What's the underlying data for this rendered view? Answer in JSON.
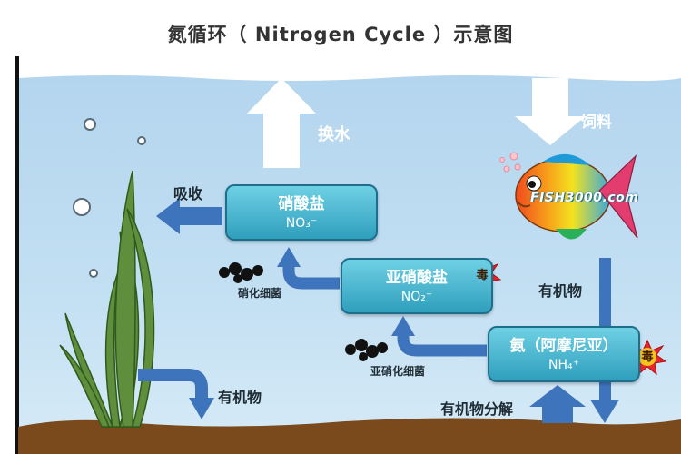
{
  "title": "氮循环（ Nitrogen Cycle ）示意图",
  "labels": {
    "water_change": "换水",
    "feed": "饲料",
    "absorb": "吸收",
    "organic_right": "有机物",
    "organic_left": "有机物",
    "decomposition": "有机物分解",
    "nitrifying_bacteria": "硝化细菌",
    "nitrosifying_bacteria": "亚硝化细菌"
  },
  "boxes": {
    "nitrate": {
      "name": "硝酸盐",
      "formula": "NO₃⁻"
    },
    "nitrite": {
      "name": "亚硝酸盐",
      "formula": "NO₂⁻"
    },
    "ammonia": {
      "name": "氨（阿摩尼亚）",
      "formula": "NH₄⁺"
    }
  },
  "poison_badge": "毒",
  "watermark": "FISH3000.com",
  "colors": {
    "water": "#b9d9ef",
    "box": "#3aa9c7",
    "soil": "#7a4a1c",
    "arrow_blue": "#3e74bb",
    "poison_burst": "#e8262b"
  }
}
